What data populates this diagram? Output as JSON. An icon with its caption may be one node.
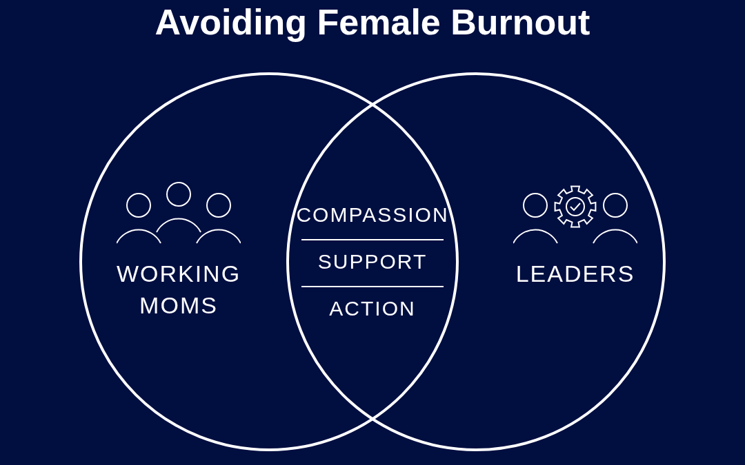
{
  "diagram": {
    "title": "Avoiding Female Burnout",
    "nodes": [
      {
        "text": [
          "WORKING MOMS"
        ]
      },
      {
        "text": [
          "LEADERS"
        ]
      }
    ],
    "labels": [
      "COMPASSION",
      "SUPPORT",
      "ACTION"
    ]
  }
}
